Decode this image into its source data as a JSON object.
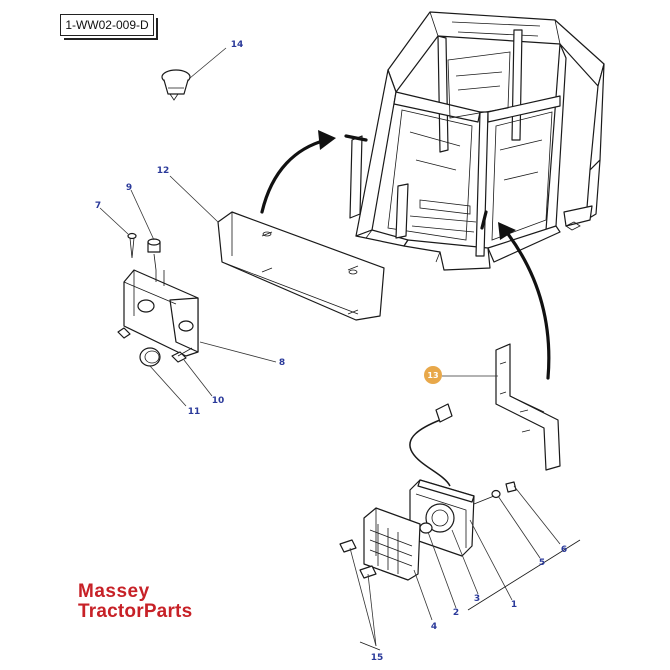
{
  "diagram_code": "1-WW02-009-D",
  "watermark": {
    "line1": "Massey",
    "line2": "TractorParts"
  },
  "highlight_color": "#e8a84a",
  "callout_color": "#2b3a9a",
  "callouts": [
    {
      "id": "c14",
      "label": "14"
    },
    {
      "id": "c12",
      "label": "12"
    },
    {
      "id": "c9",
      "label": "9"
    },
    {
      "id": "c7",
      "label": "7"
    },
    {
      "id": "c8",
      "label": "8"
    },
    {
      "id": "c10",
      "label": "10"
    },
    {
      "id": "c11",
      "label": "11"
    },
    {
      "id": "c13",
      "label": "13",
      "highlighted": true
    },
    {
      "id": "c6",
      "label": "6"
    },
    {
      "id": "c5",
      "label": "5"
    },
    {
      "id": "c1",
      "label": "1"
    },
    {
      "id": "c3",
      "label": "3"
    },
    {
      "id": "c2",
      "label": "2"
    },
    {
      "id": "c4",
      "label": "4"
    },
    {
      "id": "c15",
      "label": "15"
    }
  ]
}
